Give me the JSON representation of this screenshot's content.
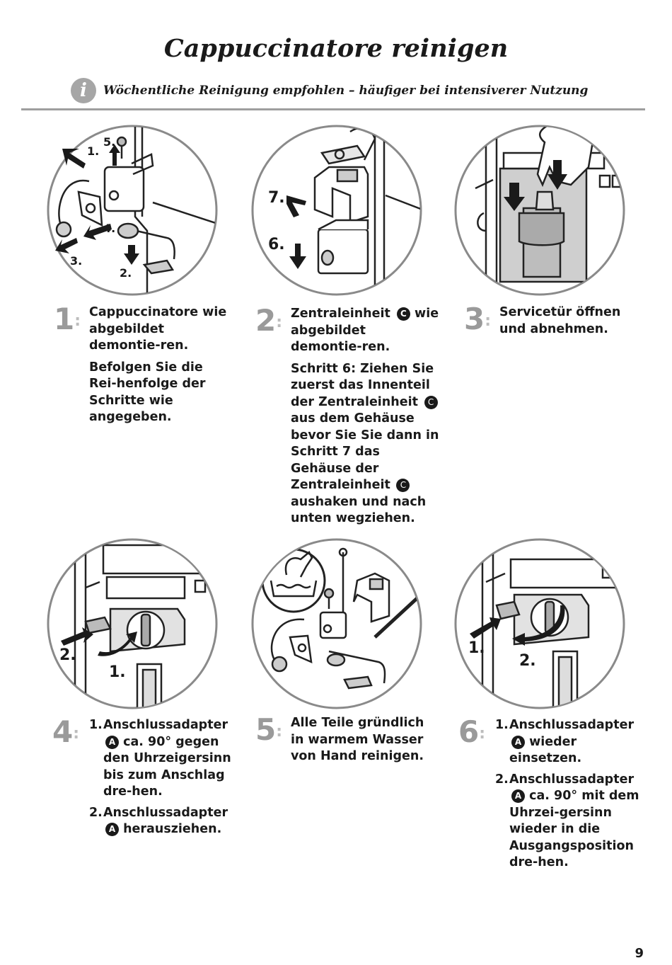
{
  "page": {
    "title": "Cappuccinatore reinigen",
    "info_icon": "info-icon",
    "info_icon_glyph": "i",
    "info_text": "Wöchentliche Reinigung empfohlen – häufiger bei intensiverer Nutzung",
    "page_number": "9"
  },
  "illustrations": {
    "ill1": {
      "labels": [
        "1.",
        "5.",
        "4.",
        "3.",
        "2."
      ]
    },
    "ill2": {
      "labels": [
        "7.",
        "6."
      ]
    },
    "ill4": {
      "labels": [
        "2.",
        "1."
      ]
    },
    "ill6": {
      "labels": [
        "1.",
        "2."
      ]
    }
  },
  "steps": [
    {
      "number": "1",
      "paragraphs": [
        "Cappuccinatore wie abgebildet demontie-ren.",
        "Befolgen Sie die Rei-henfolge der Schritte wie angegeben."
      ]
    },
    {
      "number": "2",
      "p1_a": "Zentraleinheit",
      "p1_badge": "C",
      "p1_b": " wie abgebildet demontie-ren.",
      "p2_bold1": "Schritt 6",
      "p2_a": ": Ziehen Sie zuerst das Innenteil der Zentraleinheit",
      "p2_badge1": "C",
      "p2_b": " aus dem Gehäuse bevor Sie Sie dann in ",
      "p2_bold2": "Schritt 7",
      "p2_c": " das Gehäuse der Zentraleinheit",
      "p2_badge2": "C",
      "p2_d": " aushaken und nach unten wegziehen."
    },
    {
      "number": "3",
      "text": "Servicetür öffnen und abnehmen."
    },
    {
      "number": "4",
      "items": [
        {
          "n": "1.",
          "a": "Anschlussadapter",
          "badge": "A",
          "b": " ca. 90° gegen den Uhrzeigersinn bis zum Anschlag dre-hen."
        },
        {
          "n": "2.",
          "a": "Anschlussadapter",
          "badge": "A",
          "b": " herausziehen."
        }
      ]
    },
    {
      "number": "5",
      "text": "Alle Teile gründlich in warmem Wasser von Hand reinigen."
    },
    {
      "number": "6",
      "items": [
        {
          "n": "1.",
          "a": "Anschlussadapter",
          "badge": "A",
          "b": " wieder einsetzen."
        },
        {
          "n": "2.",
          "a": "Anschlussadapter",
          "badge": "A",
          "b": " ca. 90° mit dem Uhrzei-gersinn wieder in die Ausgangsposition dre-hen."
        }
      ]
    }
  ]
}
